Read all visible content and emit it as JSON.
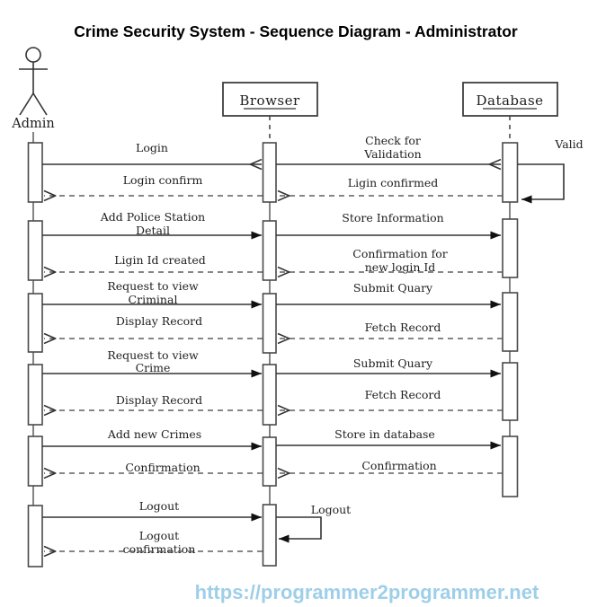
{
  "title": "Crime Security System - Sequence Diagram - Administrator",
  "watermark": "https://programmer2programmer.net",
  "colors": {
    "watermark": "#9fcfe8",
    "actor_head_fill": "#d9f0c8",
    "line": "#333333"
  },
  "participants": {
    "admin": "Admin",
    "browser": "Browser",
    "database": "Database"
  },
  "messages": {
    "login": "Login",
    "check_for": "Check for",
    "validation": "Validation",
    "valid": "Valid",
    "login_confirm": "Login confirm",
    "ligin_confirmed": "Ligin confirmed",
    "add_police_station": "Add Police Station",
    "detail": "Detail",
    "store_information": "Store Information",
    "ligin_id_created": "Ligin Id created",
    "confirmation_for": "Confirmation for",
    "new_login_id": "new login Id",
    "request_to_view_1": "Request to view",
    "criminal": "Criminal",
    "submit_quary_1": "Submit Quary",
    "display_record_1": "Display Record",
    "fetch_record_1": "Fetch Record",
    "request_to_view_2": "Request to view",
    "crime": "Crime",
    "submit_quary_2": "Submit Quary",
    "display_record_2": "Display Record",
    "fetch_record_2": "Fetch Record",
    "add_new_crimes": "Add new Crimes",
    "store_in_database": "Store in database",
    "confirmation_admin": "Confirmation",
    "confirmation_db": "Confirmation",
    "logout": "Logout",
    "logout_self": "Logout",
    "logout_confirmation_1": "Logout",
    "logout_confirmation_2": "confirmation"
  }
}
